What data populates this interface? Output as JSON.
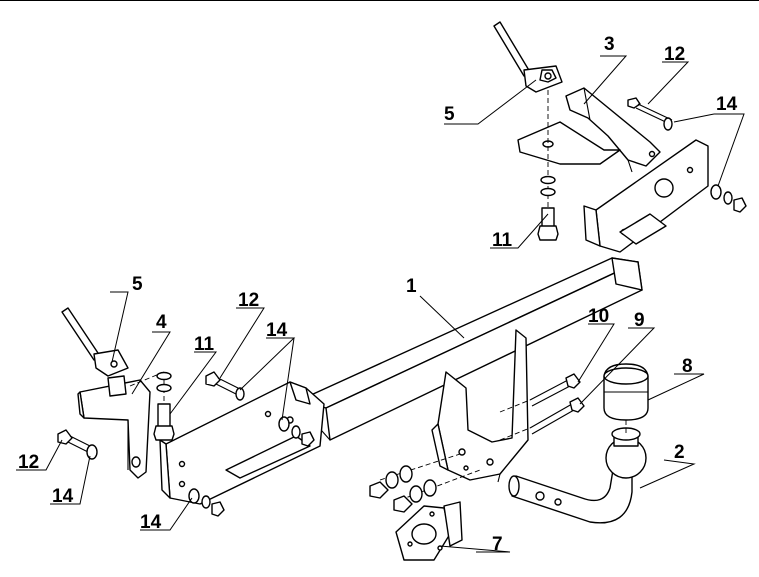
{
  "diagram": {
    "callouts": [
      {
        "key": "c1",
        "text": "1"
      },
      {
        "key": "c2",
        "text": "2"
      },
      {
        "key": "c3",
        "text": "3"
      },
      {
        "key": "c4",
        "text": "4"
      },
      {
        "key": "c5a",
        "text": "5"
      },
      {
        "key": "c5b",
        "text": "5"
      },
      {
        "key": "c7",
        "text": "7"
      },
      {
        "key": "c8",
        "text": "8"
      },
      {
        "key": "c9",
        "text": "9"
      },
      {
        "key": "c10",
        "text": "10"
      },
      {
        "key": "c11a",
        "text": "11"
      },
      {
        "key": "c11b",
        "text": "11"
      },
      {
        "key": "c12a",
        "text": "12"
      },
      {
        "key": "c12b",
        "text": "12"
      },
      {
        "key": "c12c",
        "text": "12"
      },
      {
        "key": "c14a",
        "text": "14"
      },
      {
        "key": "c14b",
        "text": "14"
      },
      {
        "key": "c14c",
        "text": "14"
      },
      {
        "key": "c14d",
        "text": "14"
      }
    ]
  }
}
